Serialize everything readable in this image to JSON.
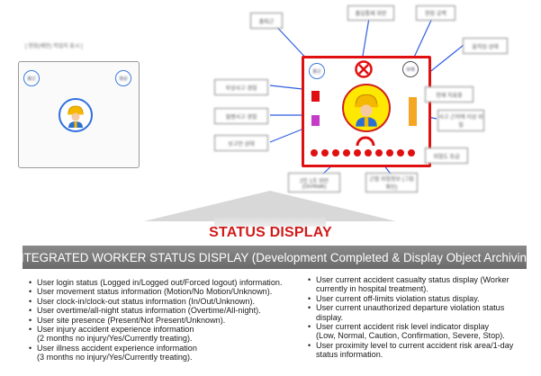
{
  "left_card": {
    "caption": "[ 현장(제안) 작업자 표시 ]",
    "btn_left": "출근",
    "btn_right": "정상"
  },
  "alert_card": {
    "btn_left": "출근",
    "btn_right": "부재",
    "callouts": [
      "출퇴근",
      "출입통제 위반",
      "현장 공백",
      "움직임 상태",
      "부상사고 경험",
      "질병사고 경험",
      "보고안 상태",
      "현재 치료중",
      "사고 근처에 이상 위험",
      "위험도 등급",
      "2인 1조 위반 (On/Walk)",
      "근접 위험정보 (그림 확인)"
    ]
  },
  "status_title": "STATUS DISPLAY",
  "banner": "INTEGRATED WORKER STATUS DISPLAY (Development Completed & Display Object Archiving)",
  "left_items": [
    "User login status (Logged in/Logged out/Forced logout) information.",
    "User movement status information (Motion/No Motion/Unknown).",
    "User clock-in/clock-out status information (In/Out/Unknown).",
    "User overtime/all-night status information (Overtime/All-night).",
    "User site presence (Present/Not Present/Unknown).",
    "User injury accident experience information",
    "(2 months no injury/Yes/Currently treating).",
    "User illness accident experience information",
    "(3 months no injury/Yes/Currently treating)."
  ],
  "right_items": [
    "User current accident casualty status display (Worker",
    "currently in hospital treatment).",
    "User current off-limits violation status display.",
    "User current unauthorized departure violation status display.",
    "User current accident risk level indicator display",
    "(Low, Normal, Caution, Confirmation, Severe, Stop).",
    "User proximity level to current accident risk area/1-day",
    "status information."
  ],
  "colors": {
    "accent_red": "#e01010",
    "alert_yellow": "#ffe800",
    "banner_gray": "#7a7a7a",
    "normal_blue": "#2f6fe0"
  },
  "icons": [
    "worker-helmet-icon",
    "prohibited-icon",
    "up-arrow-icon"
  ]
}
